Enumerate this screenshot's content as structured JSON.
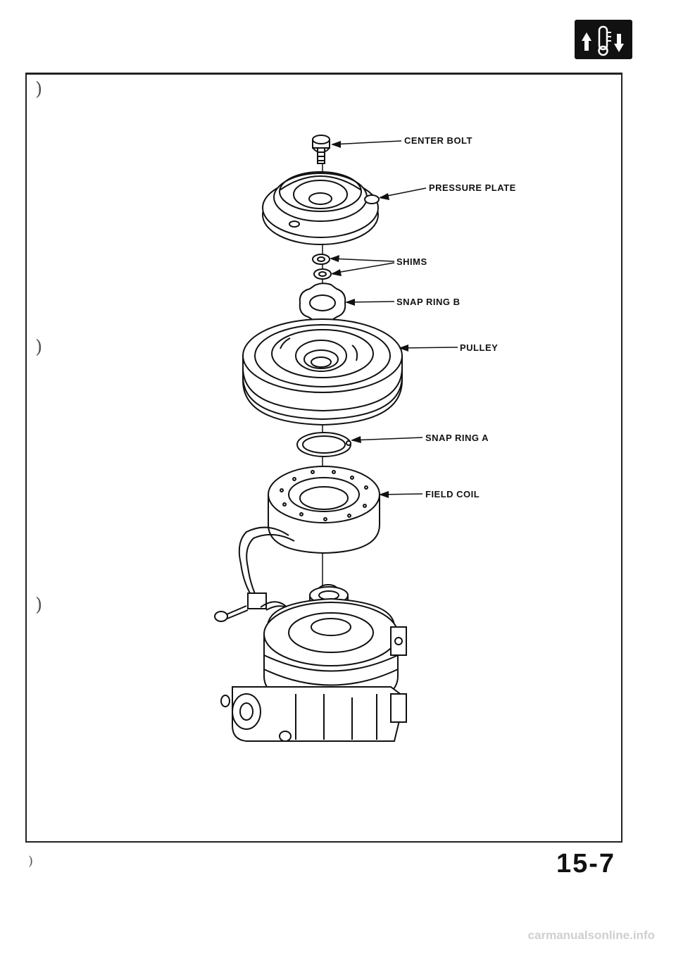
{
  "labels": {
    "center_bolt": "CENTER BOLT",
    "pressure_plate": "PRESSURE PLATE",
    "shims": "SHIMS",
    "snap_ring_b": "SNAP RING B",
    "pulley": "PULLEY",
    "snap_ring_a": "SNAP RING A",
    "field_coil": "FIELD COIL"
  },
  "page_number": "15-7",
  "footer": "carmanualsonline.info",
  "icons": {
    "section_badge": "hvac-thermometer-arrows-icon"
  }
}
